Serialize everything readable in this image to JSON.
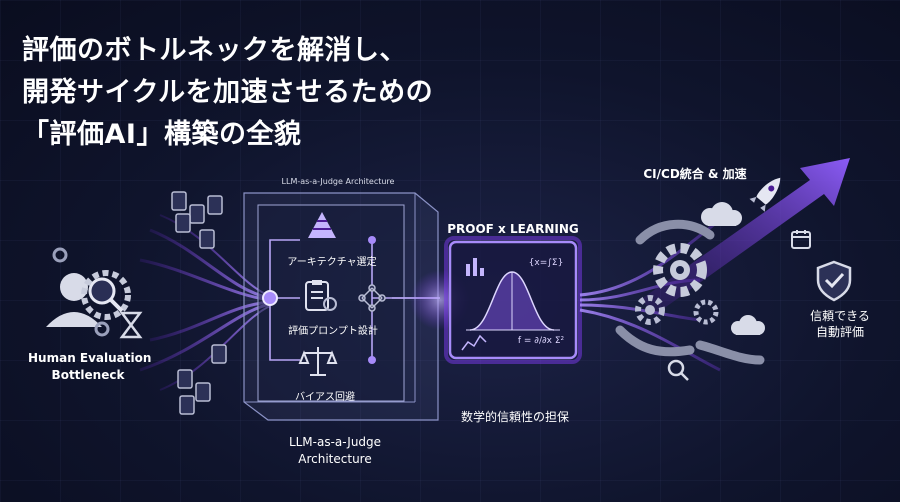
{
  "title": {
    "line1": "評価のボトルネックを解消し、",
    "line2": "開発サイクルを加速させるための",
    "line3": "「評価AI」構築の全貌"
  },
  "left": {
    "label_line1": "Human Evaluation",
    "label_line2": "Bottleneck"
  },
  "architecture": {
    "top_label": "LLM-as-a-Judge Architecture",
    "bottom_line1": "LLM-as-a-Judge",
    "bottom_line2": "Architecture",
    "steps": [
      "アーキテクチャ選定",
      "評価プロンプト設計",
      "バイアス回避"
    ]
  },
  "proof": {
    "title": "PROOF x LEARNING",
    "caption": "数学的信頼性の担保",
    "formula1": "{x=∫Σ}",
    "formula2": "f = ∂/∂x Σ²"
  },
  "right": {
    "cicd": "CI/CD統合 & 加速",
    "result_line1": "信頼できる",
    "result_line2": "自動評価"
  },
  "colors": {
    "accent": "#8b5cf6",
    "accent_light": "#c4b5fd",
    "background": "#0f142c"
  }
}
